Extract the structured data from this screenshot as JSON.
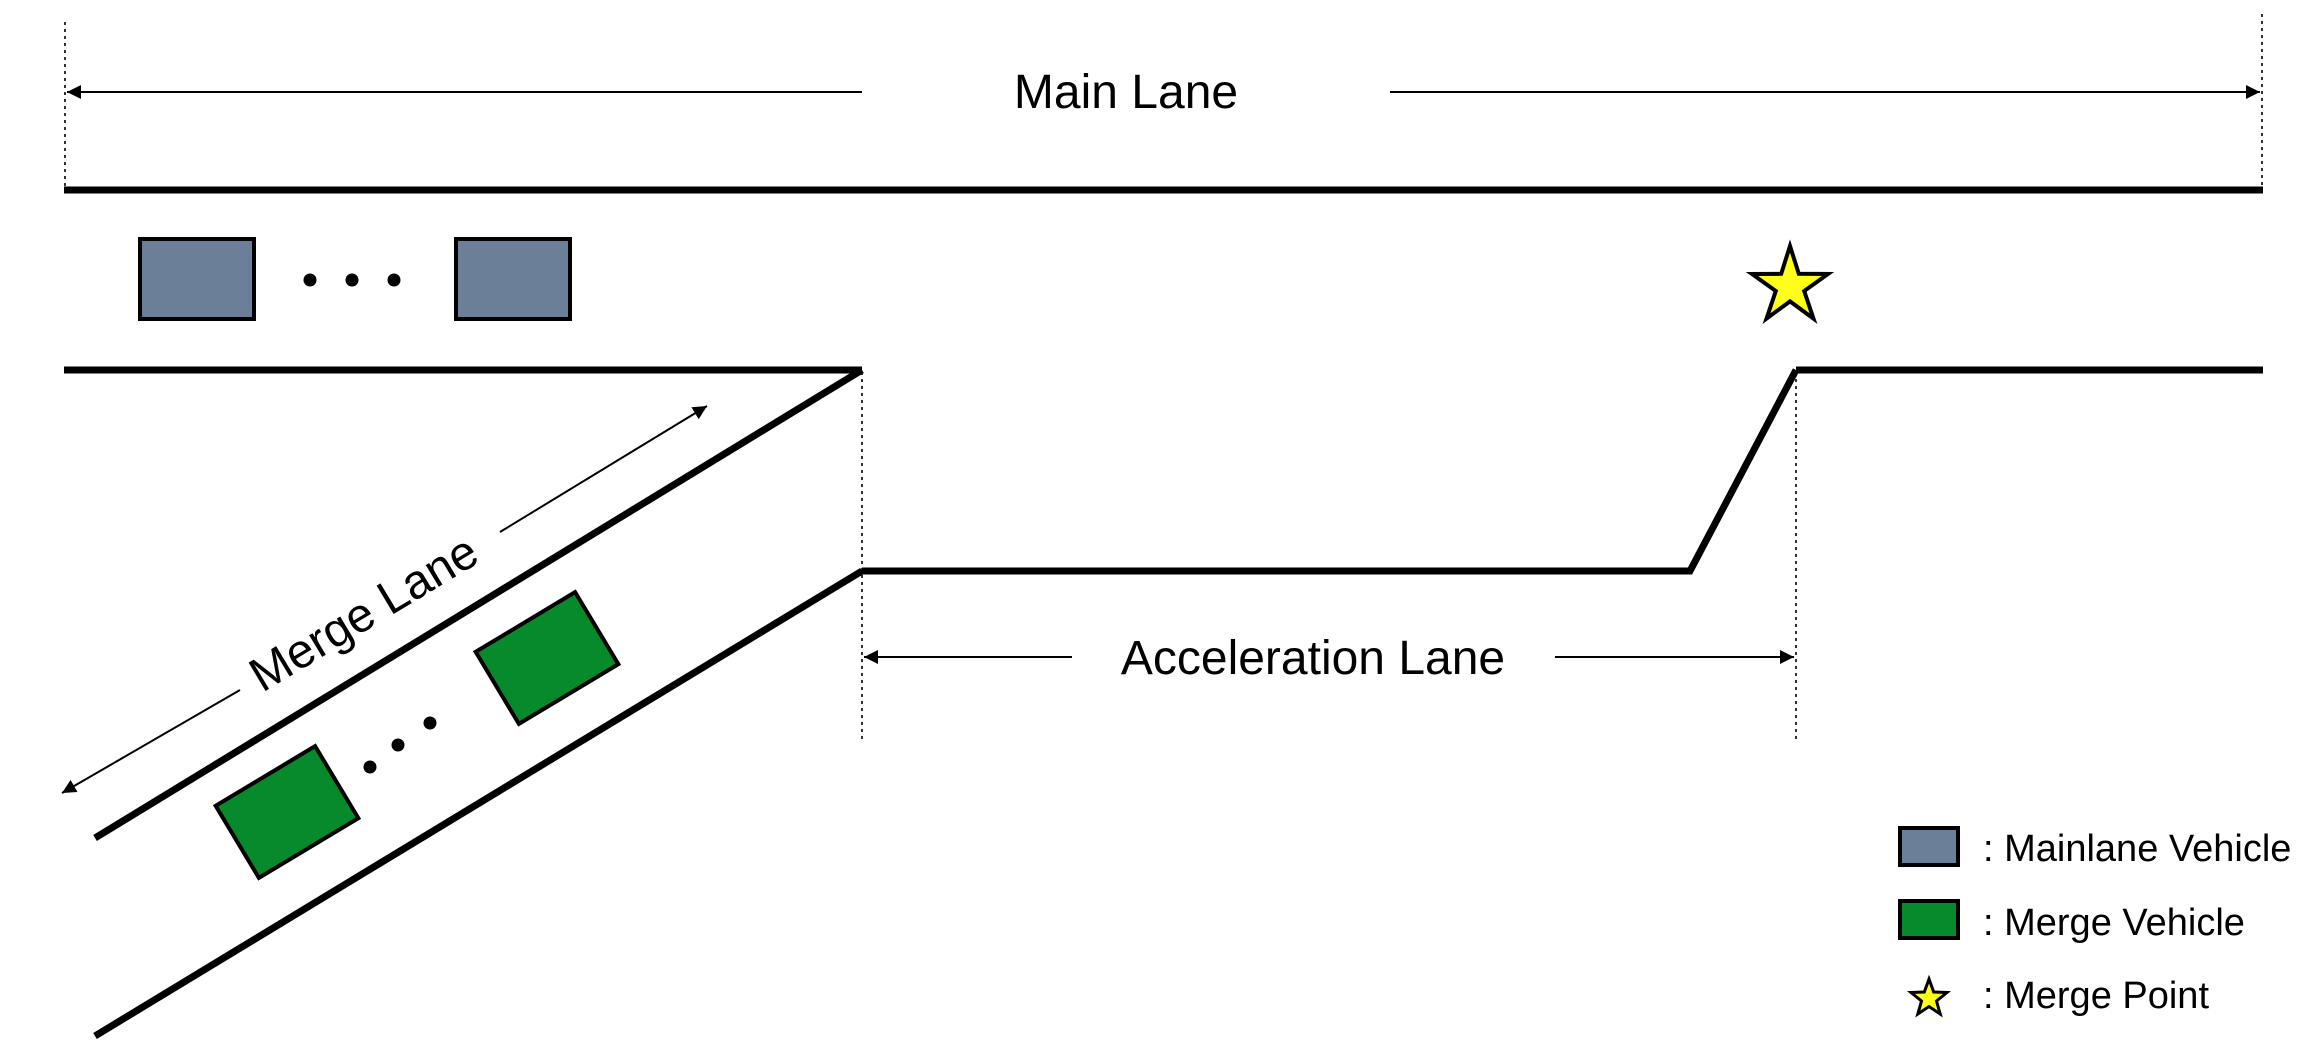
{
  "labels": {
    "main_lane": "Main Lane",
    "merge_lane": "Merge Lane",
    "acceleration_lane": "Acceleration Lane"
  },
  "legend": {
    "mainlane_vehicle": ": Mainlane Vehicle",
    "merge_vehicle": ": Merge Vehicle",
    "merge_point": ": Merge Point"
  },
  "colors": {
    "mainlane_vehicle": "#6b7f99",
    "merge_vehicle": "#078a2b",
    "merge_point": "#ffff1a"
  },
  "icons": {
    "merge_point": "star-icon",
    "ellipsis": "ellipsis-icon"
  }
}
